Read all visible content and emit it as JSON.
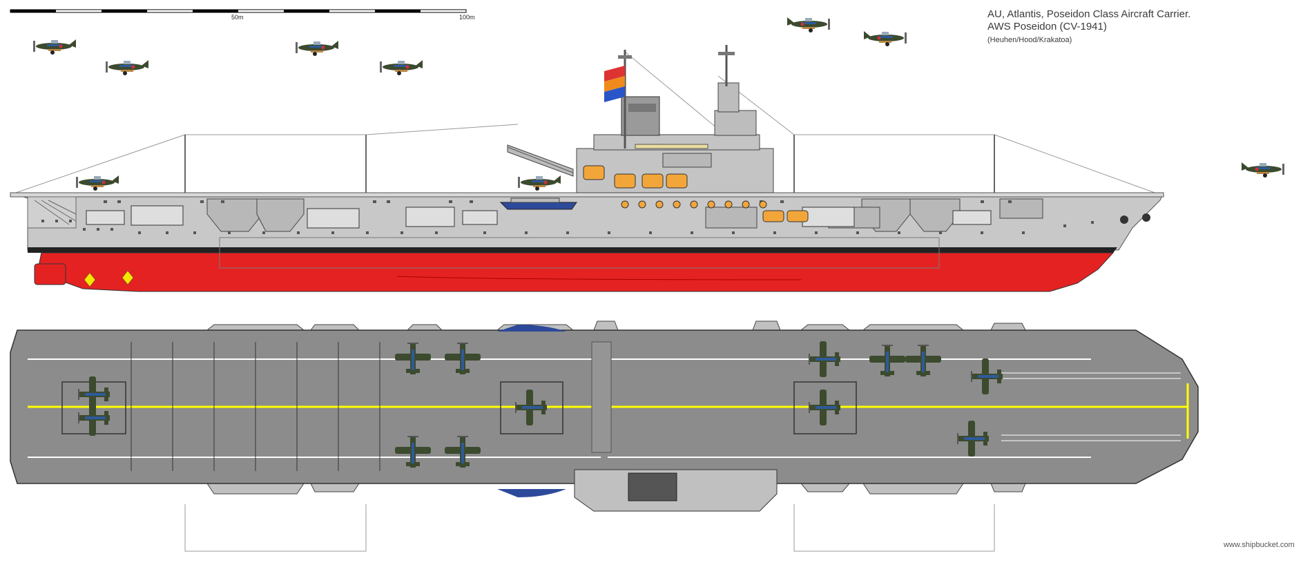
{
  "title": {
    "line1": "AU, Atlantis, Poseidon Class Aircraft Carrier.",
    "line2": "AWS Poseidon (CV-1941)",
    "line3": "(Heuhen/Hood/Krakatoa)"
  },
  "scale_bar": {
    "mid_label": "50m",
    "end_label": "100m"
  },
  "credit": "www.shipbucket.com",
  "colors": {
    "hull_grey": "#c8c8c8",
    "hull_red": "#e42222",
    "boot_black": "#222222",
    "deck_grey": "#8c8c8c",
    "centerline_yellow": "#ffff00",
    "aircraft_green": "#3c4a2e",
    "aircraft_blue": "#2d5a9a",
    "flag_red": "#dd3333",
    "flag_orange": "#f08a1c",
    "flag_blue": "#2a55c8"
  }
}
